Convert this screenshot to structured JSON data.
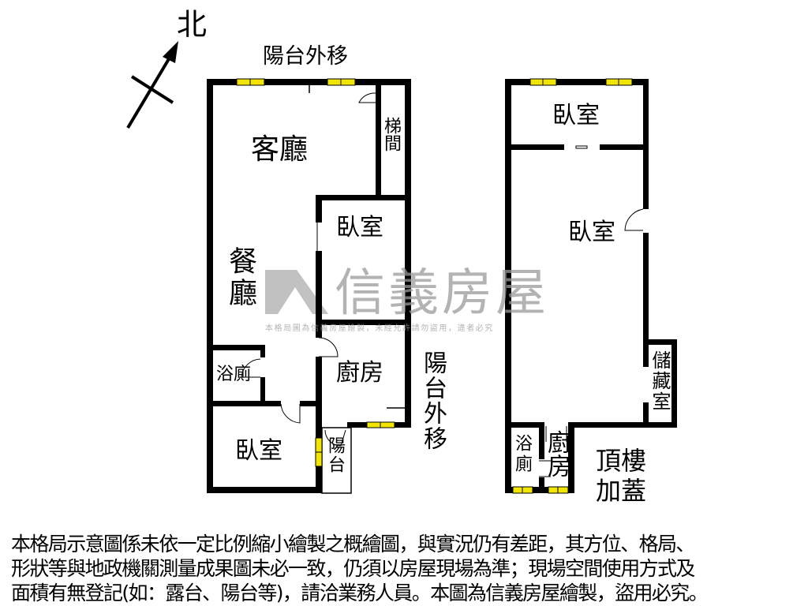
{
  "compass": {
    "label": "北"
  },
  "watermark": {
    "brand": "信義房屋",
    "notice": "本格局圖為信義房屋繪製，未經允許請勿盜用，違者必究"
  },
  "left_plan": {
    "balcony_top": "陽台外移",
    "living_room": "客廳",
    "stairs": "梯間",
    "dining_room": "餐廳",
    "bedroom_1": "臥室",
    "kitchen": "廚房",
    "balcony_side": "陽台外移",
    "bathroom": "浴廁",
    "bedroom_2": "臥室",
    "balcony_small": "陽台"
  },
  "right_plan": {
    "bedroom_top": "臥室",
    "bedroom_main": "臥室",
    "storage": "儲藏室",
    "bathroom": "浴廁",
    "kitchen": "廚房",
    "rooftop_addition": "頂樓加蓋"
  },
  "disclaimer": [
    "本格局示意圖係未依一定比例縮小繪製之概繪圖，與實況仍有差距，其方位、格局、",
    "形狀等與地政機關測量成果圖未必一致，仍須以房屋現場為準；現場空間使用方式及",
    "面積有無登記(如：露台、陽台等)，請洽業務人員。本圖為信義房屋繪製，盜用必究。"
  ],
  "colors": {
    "wall": "#000000",
    "window": "#f2e600",
    "watermark": "#9a9a9a"
  }
}
